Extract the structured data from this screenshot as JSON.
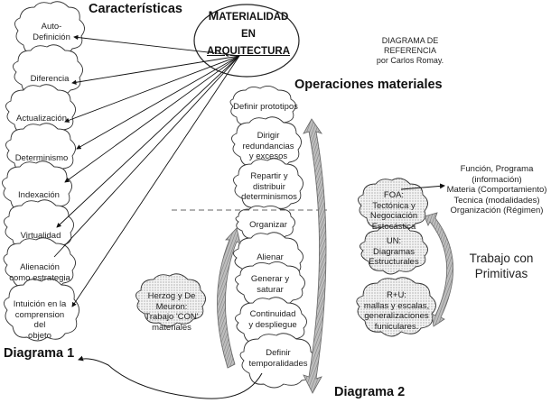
{
  "header": {
    "caracteristicas_title": "Características",
    "center_title_line1_cap": "M",
    "center_title_line1_rest": "ATERIALIDAD",
    "center_title_line2": "EN",
    "center_title_line3": "ARQUITECTURA",
    "reference_line1": "DIAGRAMA DE REFERENCIA",
    "reference_line2": "por Carlos Romay.",
    "operaciones_title": "Operaciones materiales"
  },
  "diagram1": {
    "label": "Diagrama 1",
    "characteristics": [
      "Auto-\nDefinición",
      "Diferencia",
      "Actualización",
      "Determinismo",
      "Indexación",
      "Virtualidad",
      "Alienación\ncomo estrategia",
      "Intuición en la\ncomprension\ndel\nobjeto"
    ]
  },
  "diagram2": {
    "label": "Diagrama 2",
    "operations_upper": [
      "Definir prototipos",
      "Dirigir\nredundancias\ny excesos",
      "Repartir y\ndistribuir\ndeterminismos"
    ],
    "operations_lower": [
      "Organizar",
      "Alienar",
      "Generar y\nsaturar",
      "Continuidad\ny despliegue",
      "Definir\ntemporalidades"
    ],
    "reference_cloud": "Herzog y De\nMeuron:\nTrabajo 'CON'\nmateriales"
  },
  "primitivas": {
    "label": "Trabajo con\nPrimitivas",
    "clouds": [
      "FOA:\nTectónica y\nNegociación\nEstocástica",
      "UN:\nDiagramas\nEstructurales",
      "R+U:\nmallas y escalas,\ngeneralizaciones\nfuniculares."
    ],
    "categories": "Función, Programa\n(información)\nMateria (Comportamiento)\nTecnica (modalidades)\nOrganización (Régimen)"
  }
}
